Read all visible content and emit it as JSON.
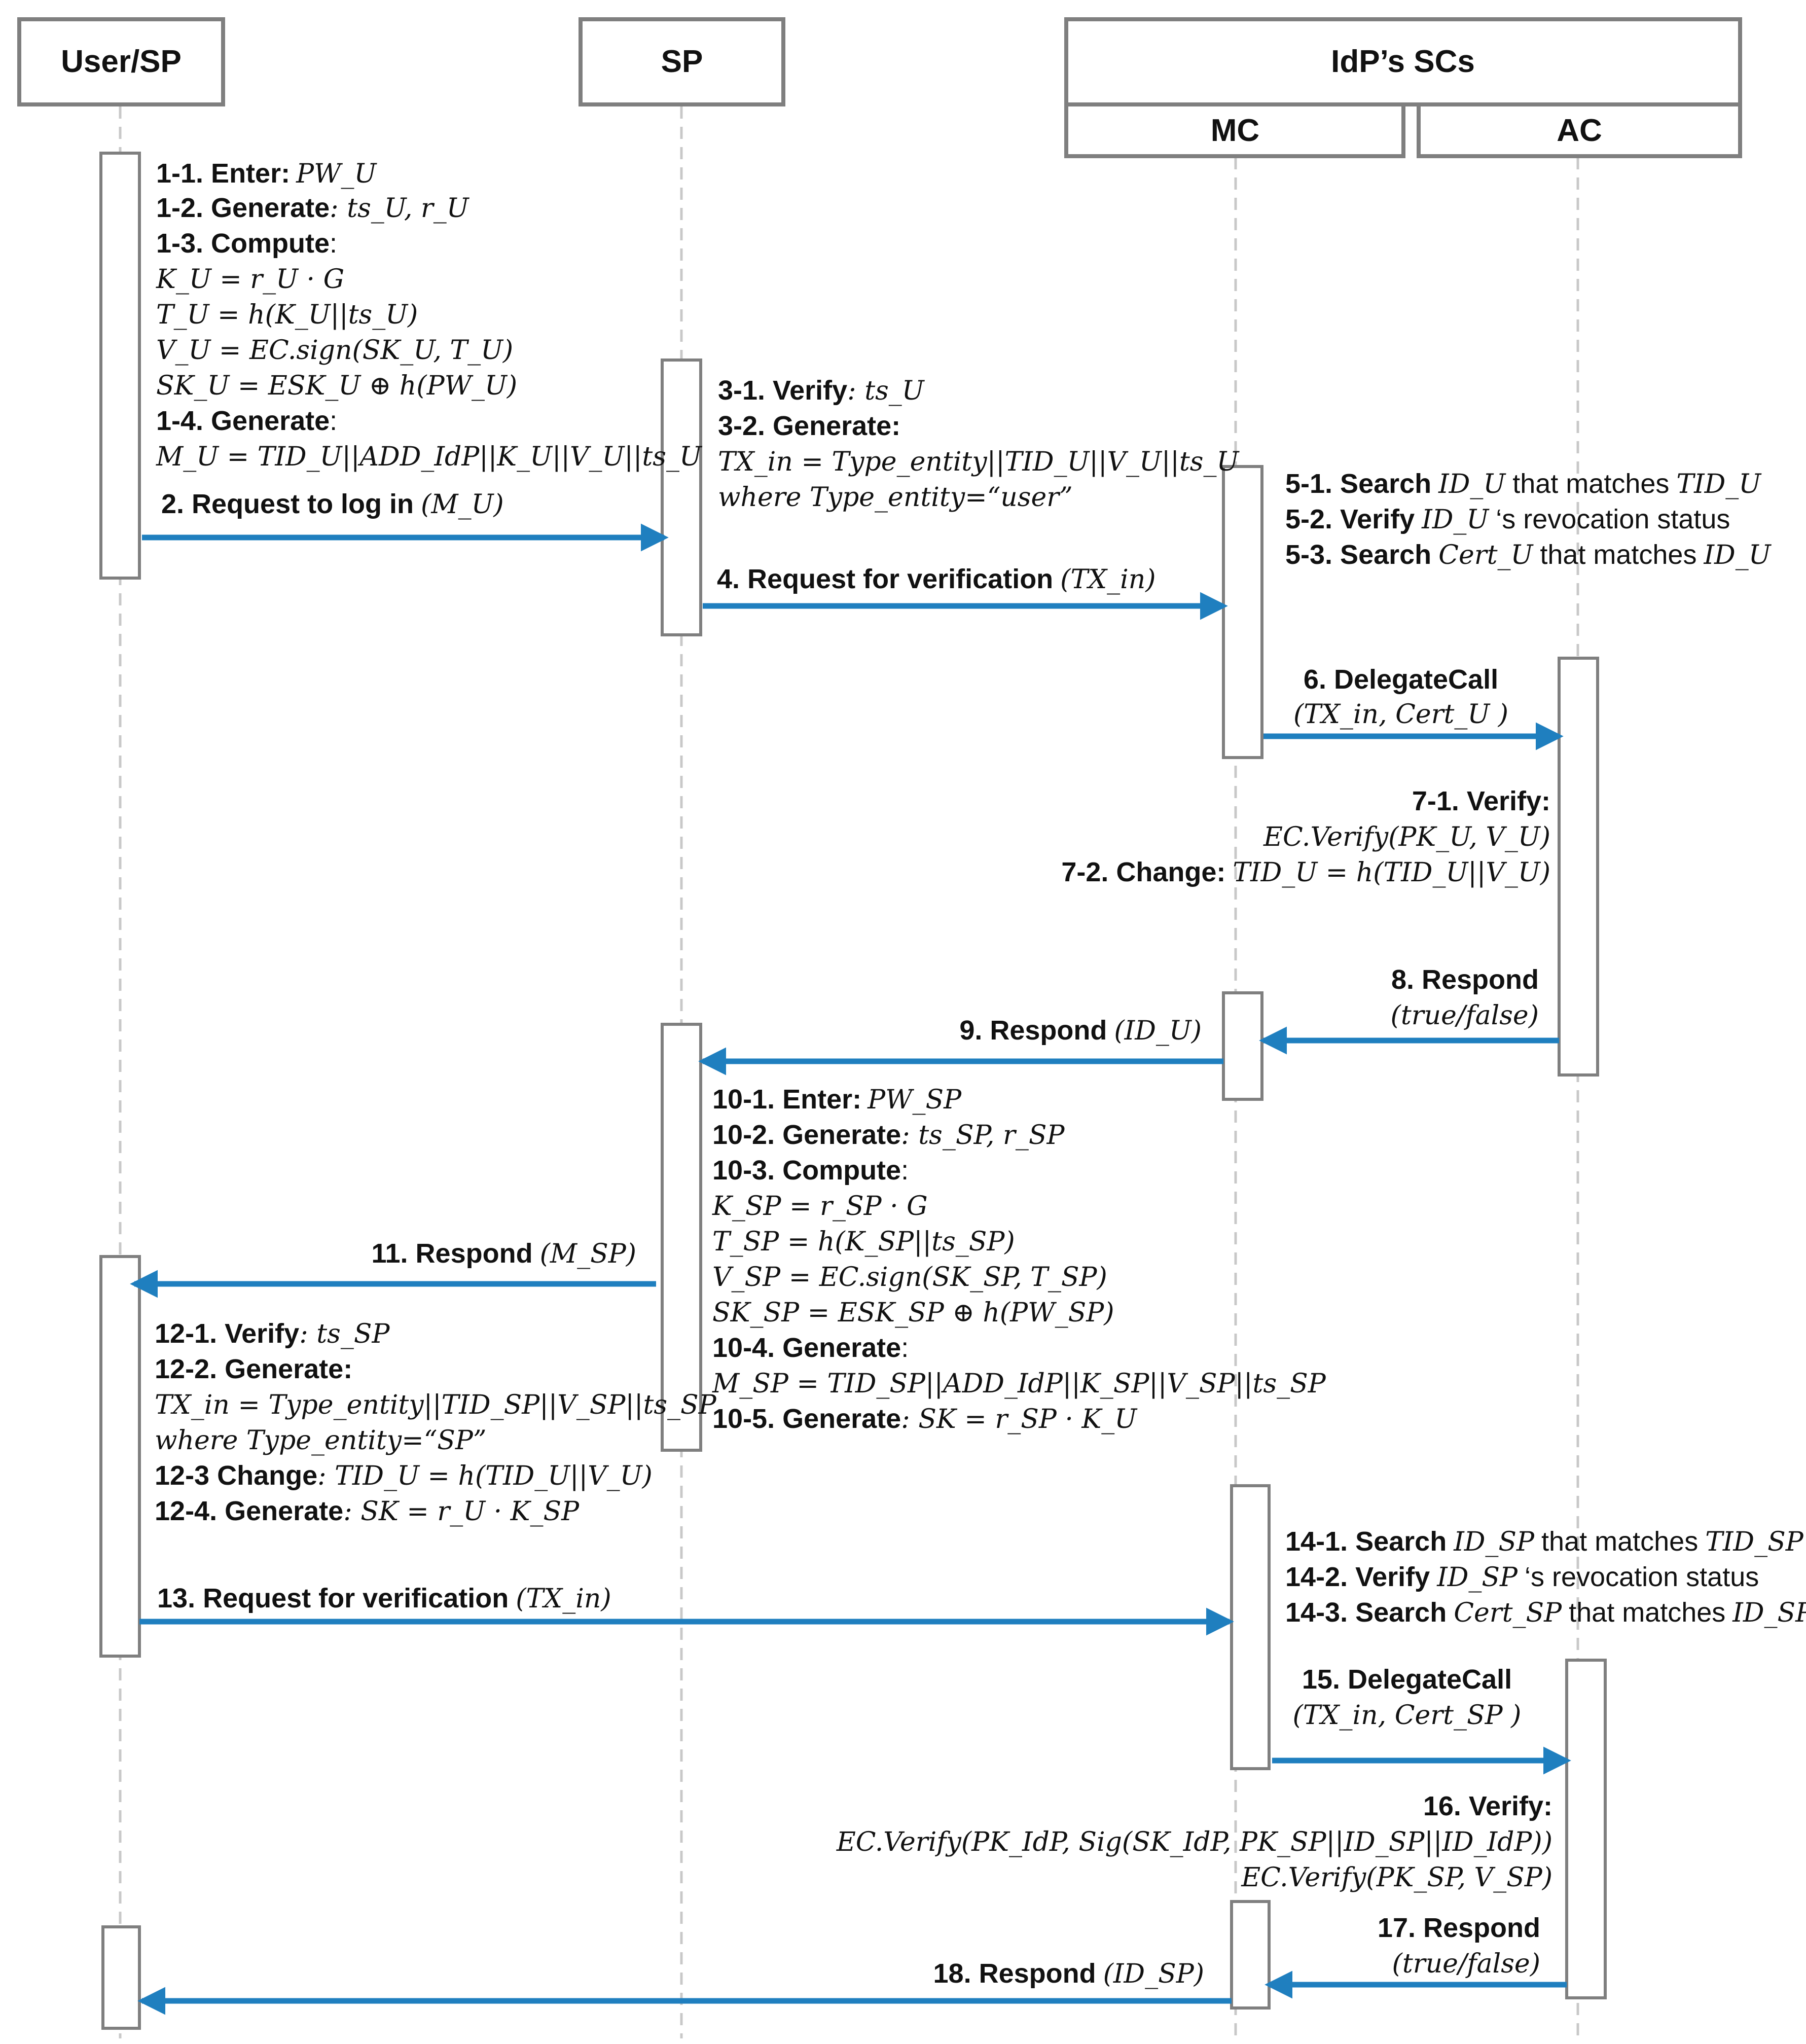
{
  "headers": {
    "user": "User/SP",
    "sp": "SP",
    "idp": "IdP’s SCs",
    "mc": "MC",
    "ac": "AC"
  },
  "msgs": {
    "m2": {
      "label": "2. Request to log in",
      "arg": "(M_U)"
    },
    "m4": {
      "label": "4. Request for verification",
      "arg": "(TX_in)"
    },
    "m6": {
      "label": "6. DelegateCall",
      "arg": "(TX_in, Cert_U )"
    },
    "m8": {
      "label": "8. Respond",
      "arg": "(true/false)"
    },
    "m9": {
      "label": "9. Respond",
      "arg": "(ID_U)"
    },
    "m11": {
      "label": "11. Respond",
      "arg": "(M_SP)"
    },
    "m13": {
      "label": "13. Request for verification",
      "arg": "(TX_in)"
    },
    "m15": {
      "label": "15. DelegateCall",
      "arg": "(TX_in, Cert_SP )"
    },
    "m17": {
      "label": "17. Respond",
      "arg": "(true/false)"
    },
    "m18": {
      "label": "18. Respond",
      "arg": "(ID_SP)"
    }
  },
  "step1": {
    "l1": "1-1. Enter:",
    "l1m": "PW_U",
    "l2": "1-2. Generate",
    "l2m": ": ts_U, r_U",
    "l3": "1-3. Compute",
    "e1": "K_U = r_U · G",
    "e2": "T_U = h(K_U||ts_U)",
    "e3": "V_U = EC.sign(SK_U, T_U)",
    "e4": "SK_U = ESK_U ⊕ h(PW_U)",
    "l4": "1-4. Generate",
    "e5": "M_U = TID_U||ADD_IdP||K_U||V_U||ts_U"
  },
  "step3": {
    "l1": "3-1. Verify",
    "l1m": ": ts_U",
    "l2": "3-2. Generate:",
    "e1": "TX_in = Type_entity||TID_U||V_U||ts_U",
    "e2": "where Type_entity=“user”"
  },
  "step5": {
    "l1": "5-1. Search",
    "l1a": "ID_U",
    "l1b": "that matches",
    "l1c": "TID_U",
    "l2": "5-2. Verify",
    "l2a": "ID_U",
    "l2b": "‘s revocation status",
    "l3": "5-3. Search",
    "l3a": "Cert_U",
    "l3b": "that matches",
    "l3c": "ID_U"
  },
  "step7": {
    "l1": "7-1. Verify:",
    "e1": "EC.Verify(PK_U, V_U)",
    "l2": "7-2. Change:",
    "e2": "TID_U = h(TID_U||V_U)"
  },
  "step10": {
    "l1": "10-1. Enter:",
    "l1m": "PW_SP",
    "l2": "10-2. Generate",
    "l2m": ": ts_SP, r_SP",
    "l3": "10-3. Compute",
    "e1": "K_SP = r_SP · G",
    "e2": "T_SP = h(K_SP||ts_SP)",
    "e3": "V_SP = EC.sign(SK_SP, T_SP)",
    "e4": "SK_SP = ESK_SP ⊕ h(PW_SP)",
    "l4": "10-4. Generate",
    "e5": "M_SP = TID_SP||ADD_IdP||K_SP||V_SP||ts_SP",
    "l5": "10-5. Generate",
    "l5m": ": SK = r_SP · K_U"
  },
  "step12": {
    "l1": "12-1. Verify",
    "l1m": ": ts_SP",
    "l2": "12-2. Generate:",
    "e1": "TX_in = Type_entity||TID_SP||V_SP||ts_SP",
    "e2": "where Type_entity=“SP”",
    "l3": "12-3 Change",
    "l3m": ": TID_U = h(TID_U||V_U)",
    "l4": "12-4. Generate",
    "l4m": ": SK = r_U · K_SP"
  },
  "step14": {
    "l1": "14-1. Search",
    "l1a": "ID_SP",
    "l1b": "that matches",
    "l1c": "TID_SP",
    "l2": "14-2. Verify",
    "l2a": "ID_SP",
    "l2b": "‘s revocation status",
    "l3": "14-3. Search",
    "l3a": "Cert_SP",
    "l3b": "that matches",
    "l3c": "ID_SP"
  },
  "step16": {
    "l1": "16. Verify:",
    "e1": "EC.Verify(PK_IdP, Sig(SK_IdP, PK_SP||ID_SP||ID_IdP))",
    "e2": "EC.Verify(PK_SP, V_SP)"
  },
  "colors": {
    "arrow": "#1f7fbf",
    "box": "#7f7f7f",
    "lifeline": "#c8c8c8"
  }
}
